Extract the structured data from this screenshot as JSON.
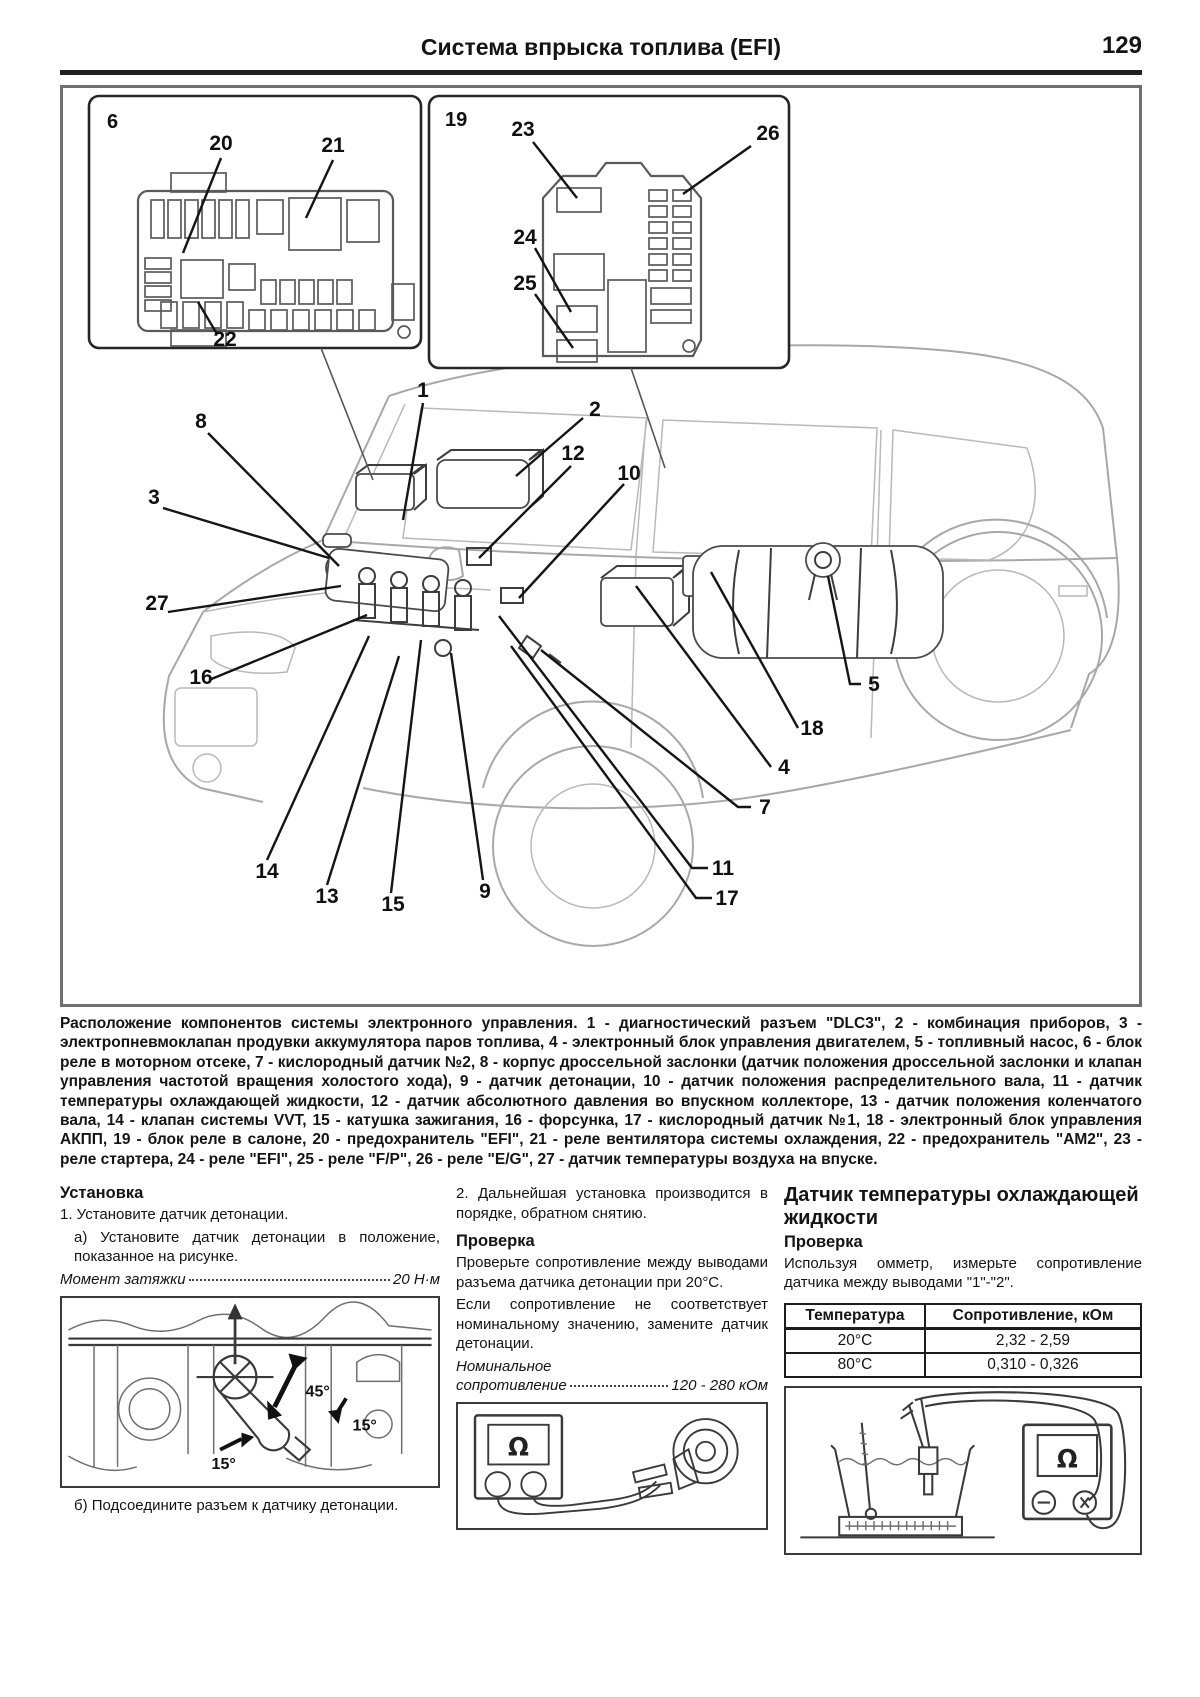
{
  "page": {
    "title": "Система впрыска топлива (EFI)",
    "number": "129"
  },
  "diagram": {
    "caption": "Расположение компонентов системы электронного управления. 1 - диагностический разъем \"DLC3\", 2 - комбинация приборов, 3 - электропневмоклапан продувки аккумулятора паров топлива, 4 - электронный блок управления двигателем, 5 - топливный насос, 6 - блок реле в моторном отсеке, 7 - кислородный датчик №2, 8 - корпус дроссельной заслонки (датчик положения дроссельной заслонки и клапан управления частотой вращения холостого хода), 9 - датчик детонации, 10 - датчик положения распределительного вала, 11 - датчик температуры охлаждающей жидкости, 12 - датчик абсолютного давления во впускном коллекторе, 13 - датчик положения коленчатого вала, 14 - клапан системы VVT, 15 - катушка зажигания, 16 - форсунка, 17 - кислородный датчик №1, 18 - электронный блок управления АКПП, 19 - блок реле в салоне, 20 - предохранитель \"EFI\", 21 - реле вентилятора системы охлаждения, 22 - предохранитель \"АМ2\", 23 - реле стартера, 24 - реле \"EFI\", 25 - реле \"F/P\", 26 - реле \"E/G\", 27 - датчик температуры воздуха на впуске.",
    "nums": {
      "1": "1",
      "2": "2",
      "3": "3",
      "4": "4",
      "5": "5",
      "6": "6",
      "7": "7",
      "8": "8",
      "9": "9",
      "10": "10",
      "11": "11",
      "12": "12",
      "13": "13",
      "14": "14",
      "15": "15",
      "16": "16",
      "17": "17",
      "18": "18",
      "19": "19",
      "20": "20",
      "21": "21",
      "22": "22",
      "23": "23",
      "24": "24",
      "25": "25",
      "26": "26",
      "27": "27"
    }
  },
  "installation": {
    "heading": "Установка",
    "step1": "1. Установите датчик детонации.",
    "step1a": "а) Установите датчик детонации в положение, показанное на рисунке.",
    "torque_label": "Момент затяжки",
    "torque_value": "20 Н·м",
    "step_b": "б) Подсоедините разъем к датчику детонации.",
    "figure": {
      "angle_45": "45°",
      "angle_15a": "15°",
      "angle_15b": "15°"
    }
  },
  "check": {
    "step2": "2. Дальнейшая установка производится в порядке, обратном снятию.",
    "heading": "Проверка",
    "p1": "Проверьте сопротивление между выводами разъема датчика детонации при 20°С.",
    "p2": "Если сопротивление не соответствует номинальному значению, замените датчик детонации.",
    "spec_label1": "Номинальное",
    "spec_label2": "сопротивление",
    "spec_value": "120 - 280 кОм",
    "figure": {
      "ohm": "Ω"
    }
  },
  "coolant": {
    "heading": "Датчик температуры охлаждающей жидкости",
    "subheading": "Проверка",
    "p1": "Используя омметр, измерьте сопротивление датчика между выводами \"1\"-\"2\".",
    "table": {
      "headers": [
        "Температура",
        "Сопротивление, кОм"
      ],
      "rows": [
        [
          "20°С",
          "2,32 - 2,59"
        ],
        [
          "80°С",
          "0,310 - 0,326"
        ]
      ]
    },
    "figure": {
      "ohm": "Ω"
    }
  }
}
